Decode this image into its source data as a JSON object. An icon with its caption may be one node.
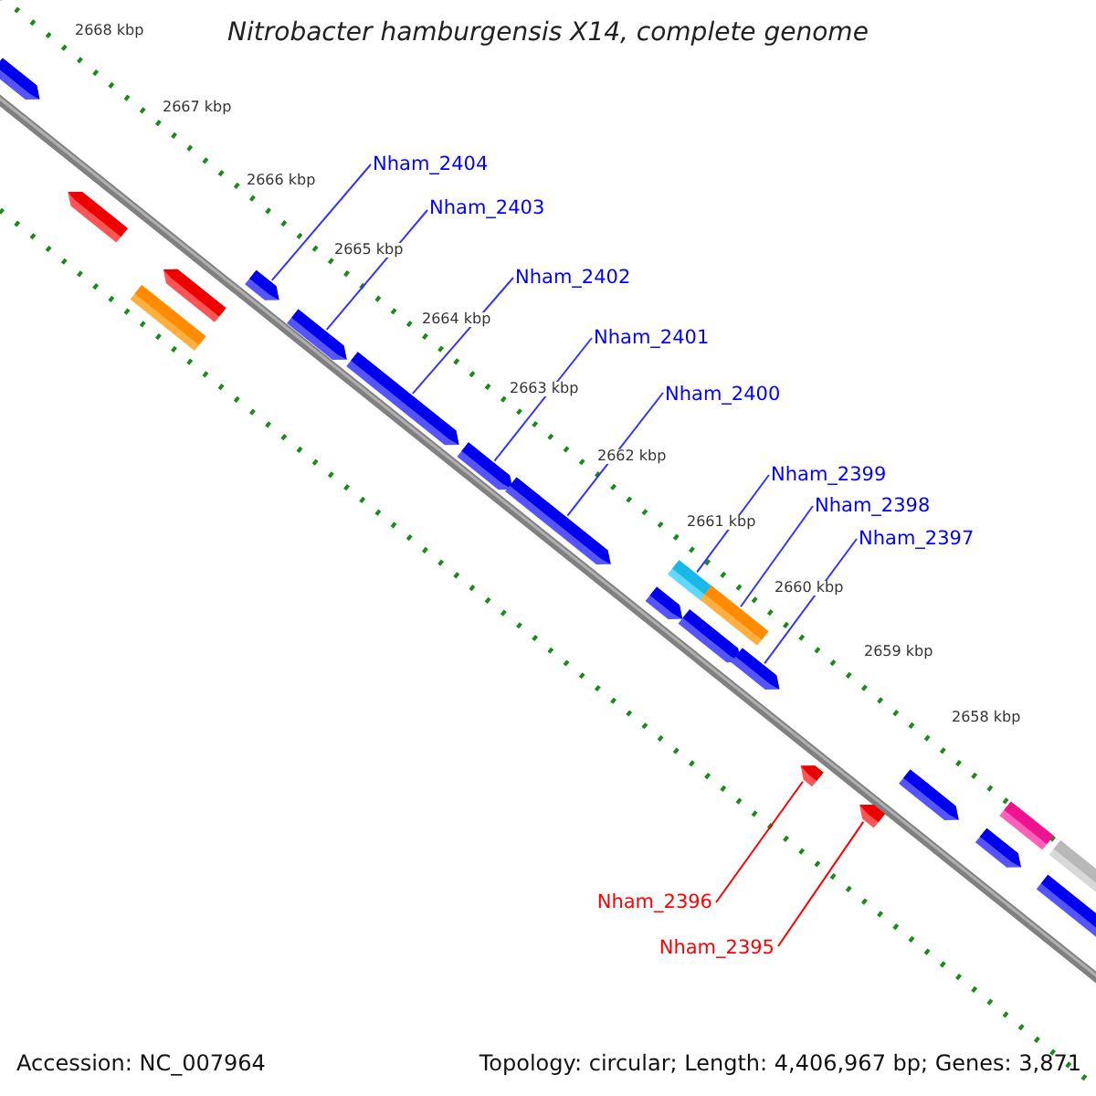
{
  "diagram": {
    "title": "Nitrobacter hamburgensis X14, complete genome",
    "nodes": [
      {
        "text": [
          "Nham_2404"
        ]
      },
      {
        "text": [
          "Nham_2403"
        ]
      },
      {
        "text": [
          "Nham_2402"
        ]
      },
      {
        "text": [
          "Nham_2401"
        ]
      },
      {
        "text": [
          "Nham_2400"
        ]
      },
      {
        "text": [
          "Nham_2399"
        ]
      },
      {
        "text": [
          "Nham_2398"
        ]
      },
      {
        "text": [
          "Nham_2397"
        ]
      },
      {
        "text": [
          "Nham_2396"
        ]
      },
      {
        "text": [
          "Nham_2395"
        ]
      },
      {
        "text": [],
        "shape": "arrow"
      },
      {
        "text": [],
        "shape": "arrow"
      },
      {
        "text": [],
        "shape": "box"
      },
      {
        "text": [],
        "shape": "arrow"
      },
      {
        "text": [],
        "shape": "arrow"
      },
      {
        "text": [],
        "shape": "arrow"
      },
      {
        "text": [],
        "shape": "arrow"
      },
      {
        "text": [],
        "shape": "arrow"
      },
      {
        "text": [],
        "shape": "arrow"
      },
      {
        "text": [],
        "shape": "arrow"
      },
      {
        "text": [],
        "shape": "box"
      },
      {
        "text": [],
        "shape": "arrow"
      },
      {
        "text": [],
        "shape": "box"
      },
      {
        "text": [],
        "shape": "arrow"
      },
      {
        "text": [],
        "shape": "arrow"
      },
      {
        "text": [],
        "shape": "arrow"
      },
      {
        "text": [],
        "shape": "arrow"
      },
      {
        "text": [],
        "shape": "arrow"
      },
      {
        "text": [],
        "shape": "box"
      },
      {
        "text": [],
        "shape": "arrow"
      },
      {
        "text": [],
        "shape": "box"
      }
    ],
    "edges": [
      {
        "from": 0,
        "to": 14,
        "arrow": "none"
      },
      {
        "from": 1,
        "to": 15,
        "arrow": "none"
      },
      {
        "from": 2,
        "to": 16,
        "arrow": "none"
      },
      {
        "from": 3,
        "to": 17,
        "arrow": "none"
      },
      {
        "from": 4,
        "to": 18,
        "arrow": "none"
      },
      {
        "from": 5,
        "to": 20,
        "arrow": "none"
      },
      {
        "from": 6,
        "to": 22,
        "arrow": "none"
      },
      {
        "from": 7,
        "to": 23,
        "arrow": "none"
      },
      {
        "from": 8,
        "to": 24,
        "arrow": "none",
        "color": "#ff0000"
      },
      {
        "from": 9,
        "to": 25,
        "arrow": "none",
        "color": "#ff0000"
      }
    ],
    "labels": [
      "2668 kbp",
      "2667 kbp",
      "2666 kbp",
      "2665 kbp",
      "2664 kbp",
      "2663 kbp",
      "2662 kbp",
      "2661 kbp",
      "2660 kbp",
      "2659 kbp",
      "2658 kbp",
      "Accession: NC_007964",
      "Topology: circular; Length: 4,406,967 bp; Genes: 3,871"
    ]
  }
}
